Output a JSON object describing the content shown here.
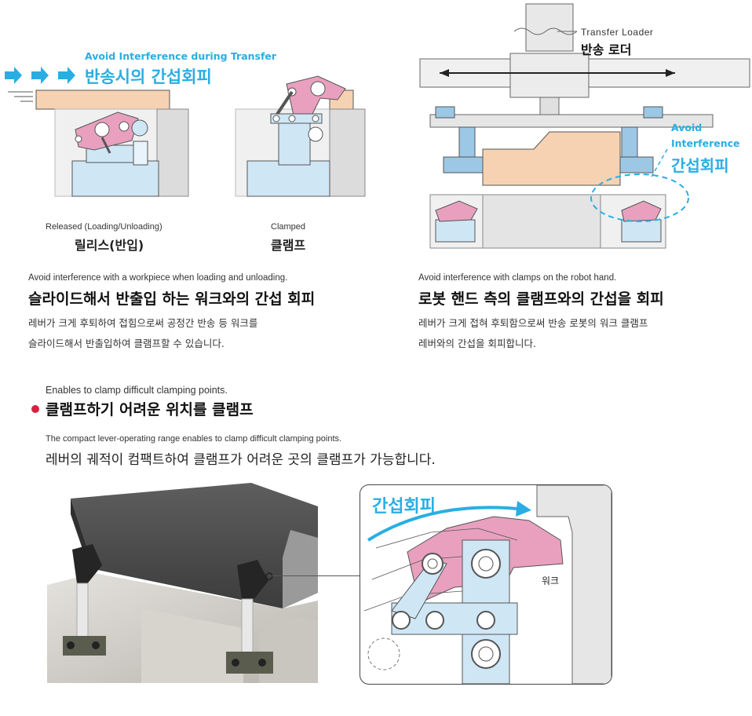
{
  "top_left": {
    "caption_en": "Avoid Interference during Transfer",
    "caption_ko": "반송시의 간섭회피",
    "left_label_en": "Released (Loading/Unloading)",
    "left_label_ko": "릴리스(반입)",
    "right_label_en": "Clamped",
    "right_label_ko": "클램프"
  },
  "top_right": {
    "loader_en": "Transfer Loader",
    "loader_ko": "반송 로더",
    "avoid_en_1": "Avoid",
    "avoid_en_2": "Interference",
    "avoid_ko": "간섭회피"
  },
  "section_left": {
    "en": "Avoid interference with a workpiece when loading and unloading.",
    "title": "슬라이드해서 반출입 하는 워크와의 간섭 회피",
    "body_1": "레버가 크게 후퇴하여 접힘으로써 공정간 반송 등 워크를",
    "body_2": "슬라이드해서 반출입하여 클램프할 수 있습니다."
  },
  "section_right": {
    "en": "Avoid interference with clamps on the robot hand.",
    "title": "로봇 핸드 측의 클램프와의 간섭을 회피",
    "body_1": "레버가 크게 접혀 후퇴함으로써 반송 로봇의 워크 클램프",
    "body_2": "레버와의 간섭을 회피합니다."
  },
  "feature": {
    "en": "Enables to clamp difficult clamping points.",
    "title": "클램프하기 어려운 위치를 클램프",
    "sub_en": "The compact lever-operating range enables to clamp difficult clamping points.",
    "sub_ko": "레버의 궤적이 컴팩트하여 클램프가 어려운 곳의 클램프가 가능합니다."
  },
  "bottom": {
    "avoid_ko": "간섭회피",
    "work_label": "워크"
  },
  "colors": {
    "accent": "#29aee3",
    "bullet": "#d6213f",
    "lever_pink": "#e8a0be",
    "body_blue": "#cfe6f5",
    "work_tan": "#f6d2b2"
  }
}
